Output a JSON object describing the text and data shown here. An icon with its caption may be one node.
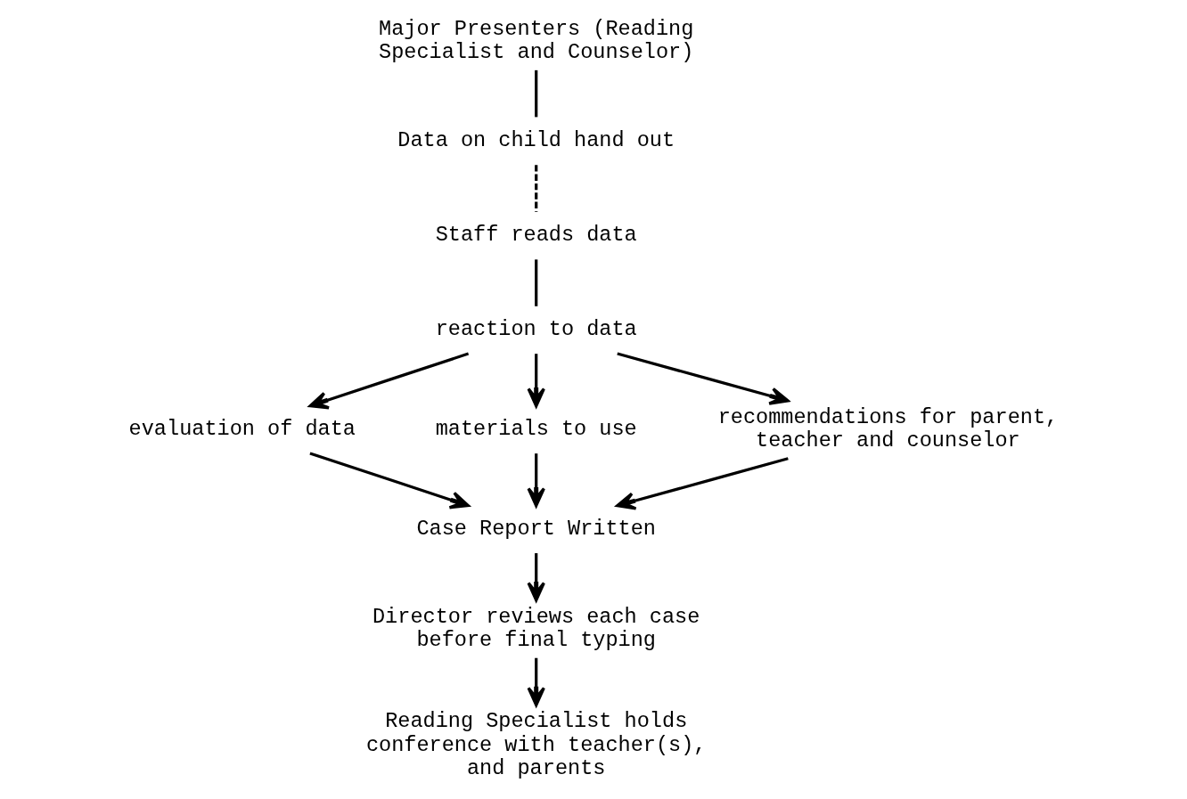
{
  "diagram": {
    "nodes": [
      {
        "text": [
          "Major Presenters (Reading Specialist and Counselor)"
        ]
      },
      {
        "text": [
          "Data on child hand out"
        ]
      },
      {
        "text": [
          "Staff reads data"
        ]
      },
      {
        "text": [
          "reaction to data"
        ]
      },
      {
        "text": [
          "evaluation of data"
        ]
      },
      {
        "text": [
          "materials to use"
        ]
      },
      {
        "text": [
          "recommendations for parent, teacher and counselor"
        ]
      },
      {
        "text": [
          "Case Report Written"
        ]
      },
      {
        "text": [
          "Director reviews each case before final typing"
        ]
      },
      {
        "text": [
          "Reading Specialist holds conference with teacher(s), and parents"
        ]
      }
    ],
    "edges": [
      {
        "from": 0,
        "to": 1,
        "arrow": "none"
      },
      {
        "from": 1,
        "to": 2,
        "arrow": "none",
        "style": "dashed"
      },
      {
        "from": 2,
        "to": 3,
        "arrow": "none"
      },
      {
        "from": 3,
        "to": 4,
        "arrow": "to"
      },
      {
        "from": 3,
        "to": 5,
        "arrow": "to"
      },
      {
        "from": 3,
        "to": 6,
        "arrow": "to"
      },
      {
        "from": 4,
        "to": 7,
        "arrow": "to"
      },
      {
        "from": 5,
        "to": 7,
        "arrow": "to"
      },
      {
        "from": 6,
        "to": 7,
        "arrow": "to"
      },
      {
        "from": 7,
        "to": 8,
        "arrow": "to"
      },
      {
        "from": 8,
        "to": 9,
        "arrow": "to"
      }
    ]
  }
}
